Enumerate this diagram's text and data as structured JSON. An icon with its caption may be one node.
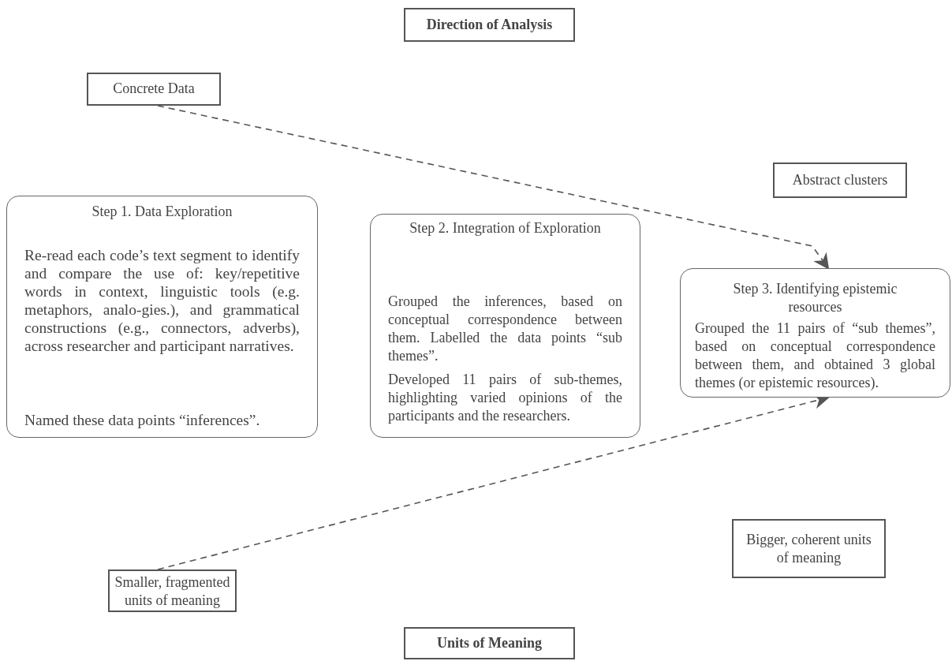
{
  "diagram": {
    "nodes": [
      {
        "text": [
          "Direction of Analysis"
        ]
      },
      {
        "text": [
          "Concrete Data"
        ]
      },
      {
        "text": [
          "Abstract  clusters"
        ]
      },
      {
        "text": [
          "Step 1. Data Exploration",
          "Re-read each code’s text segment to identify and compare the use of: key/repetitive words in context, linguistic tools (e.g. metaphors, analo-gies.), and grammatical constructions (e.g., connectors, adverbs), across researcher and participant narratives.",
          "Named these data points “inferences”."
        ]
      },
      {
        "text": [
          "Step 2. Integration of Exploration",
          "Grouped the inferences, based on conceptual correspondence between them. Labelled the data points “sub themes”.",
          "Developed 11 pairs of sub-themes, highlighting varied opinions of the participants and the researchers."
        ]
      },
      {
        "text": [
          "Step 3. Identifying epistemic resources",
          "Grouped the 11 pairs of “sub themes”, based on conceptual correspondence between them, and obtained 3 global themes (or epistemic resources)."
        ]
      },
      {
        "text": [
          "Bigger, coherent units of meaning"
        ]
      },
      {
        "text": [
          "Smaller, fragmented units of meaning"
        ]
      },
      {
        "text": [
          "Units of Meaning"
        ]
      }
    ],
    "edges": [
      {
        "from": 1,
        "to": 5,
        "arrow": "to",
        "style": "dashed"
      },
      {
        "from": 7,
        "to": 5,
        "arrow": "to",
        "style": "dashed"
      }
    ]
  }
}
